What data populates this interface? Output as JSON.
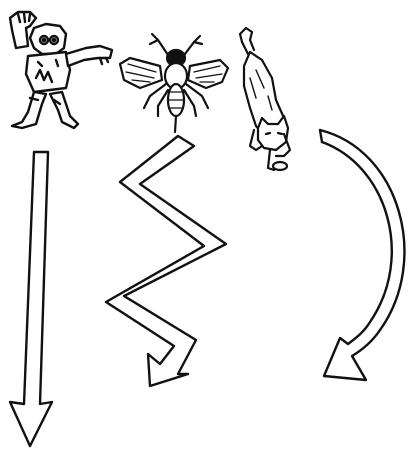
{
  "colors": {
    "background": "#ffffff",
    "ink": "#111111",
    "paper": "#ffffff"
  },
  "figures": [
    {
      "icon": "zombie-icon"
    },
    {
      "icon": "mosquito-icon"
    },
    {
      "icon": "cat-icon"
    }
  ],
  "paths": [
    {
      "style": "straight-down-arrow"
    },
    {
      "style": "zigzag-down-arrow"
    },
    {
      "style": "curved-arrow"
    }
  ]
}
